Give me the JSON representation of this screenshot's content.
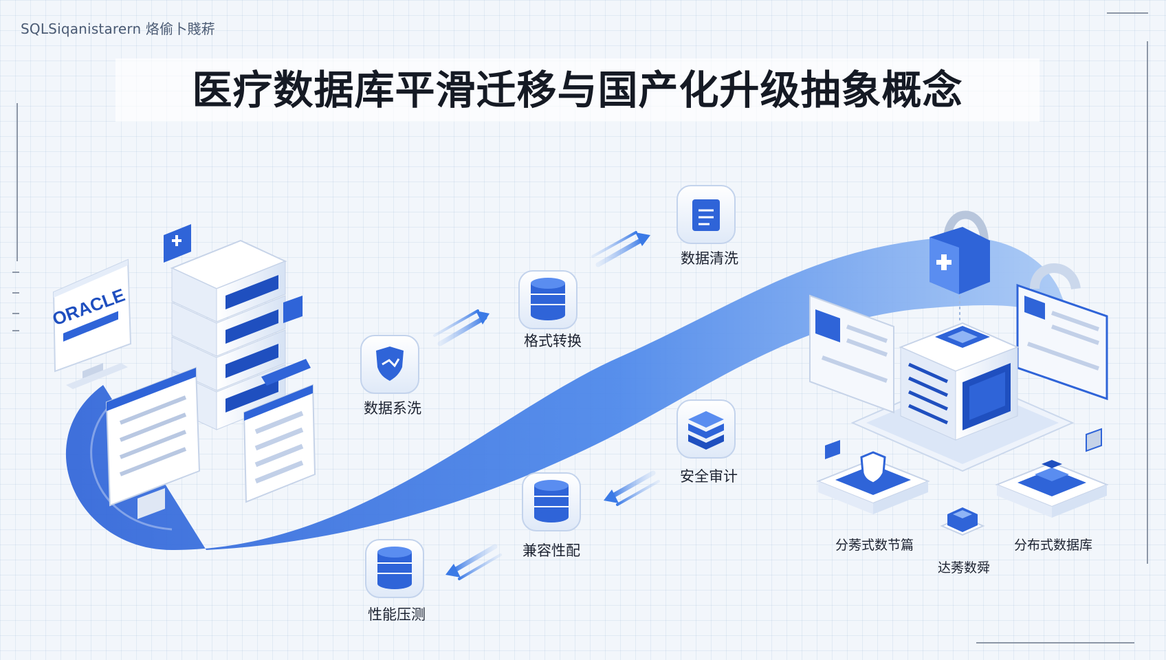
{
  "header": {
    "watermark_text": "SQLSiqanistarern 烙偷卜賤菥",
    "title": "医疗数据库平滑迁移与国产化升级抽象概念"
  },
  "source": {
    "logo_text": "ORACLE"
  },
  "steps": [
    {
      "label": "数据系洗",
      "icon": "shield-icon"
    },
    {
      "label": "格式转换",
      "icon": "database-icon"
    },
    {
      "label": "数据清洗",
      "icon": "document-icon"
    },
    {
      "label": "安全审计",
      "icon": "layers-icon"
    },
    {
      "label": "兼容性配",
      "icon": "database-icon"
    },
    {
      "label": "性能压测",
      "icon": "database-icon"
    }
  ],
  "target": {
    "labels": [
      "分莠式数节篇",
      "达莠数舜",
      "分布式数据库"
    ]
  },
  "colors": {
    "accent": "#2f6fe0",
    "ribbon": "#3a78e6",
    "dark_blue": "#1f4fbf",
    "background": "#f2f6fb"
  }
}
